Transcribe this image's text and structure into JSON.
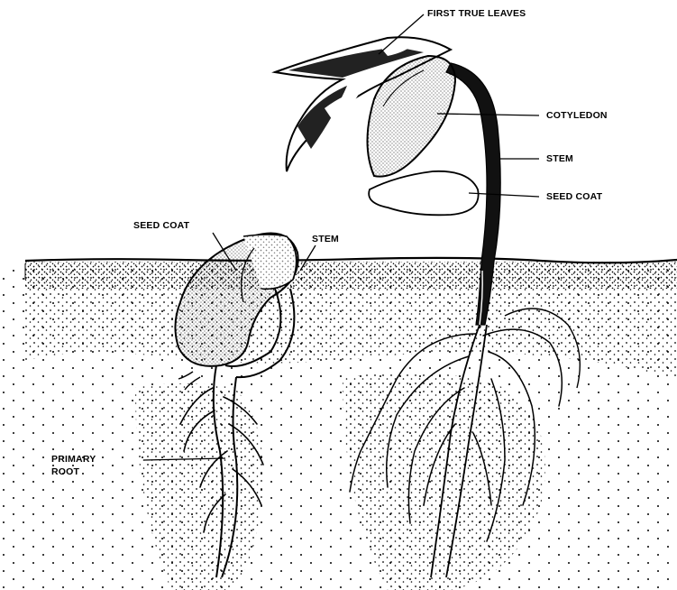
{
  "labels": {
    "first_true_leaves": "FIRST TRUE LEAVES",
    "cotyledon": "COTYLEDON",
    "stem_right": "STEM",
    "seed_coat_right": "SEED COAT",
    "seed_coat_left": "SEED COAT",
    "stem_left": "STEM",
    "primary_root_line1": "PRIMARY",
    "primary_root_line2": "ROOT"
  },
  "colors": {
    "ink": "#000000",
    "paper": "#ffffff"
  }
}
